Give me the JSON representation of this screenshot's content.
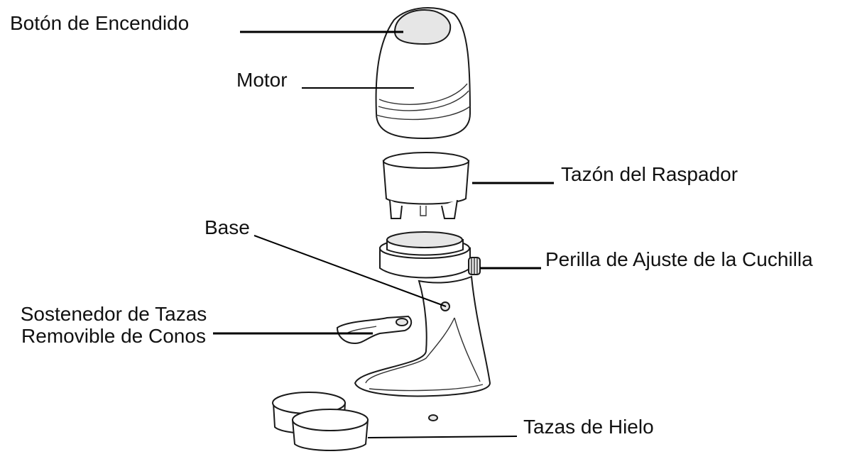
{
  "labels": {
    "power_button": "Botón de Encendido",
    "motor": "Motor",
    "shaver_bowl": "Tazón del Raspador",
    "base": "Base",
    "blade_knob": "Perilla de Ajuste de la Cuchilla",
    "cone_holder_line1": "Sostenedor de Tazas",
    "cone_holder_line2": "Removible de Conos",
    "ice_cups": "Tazas de Hielo"
  }
}
